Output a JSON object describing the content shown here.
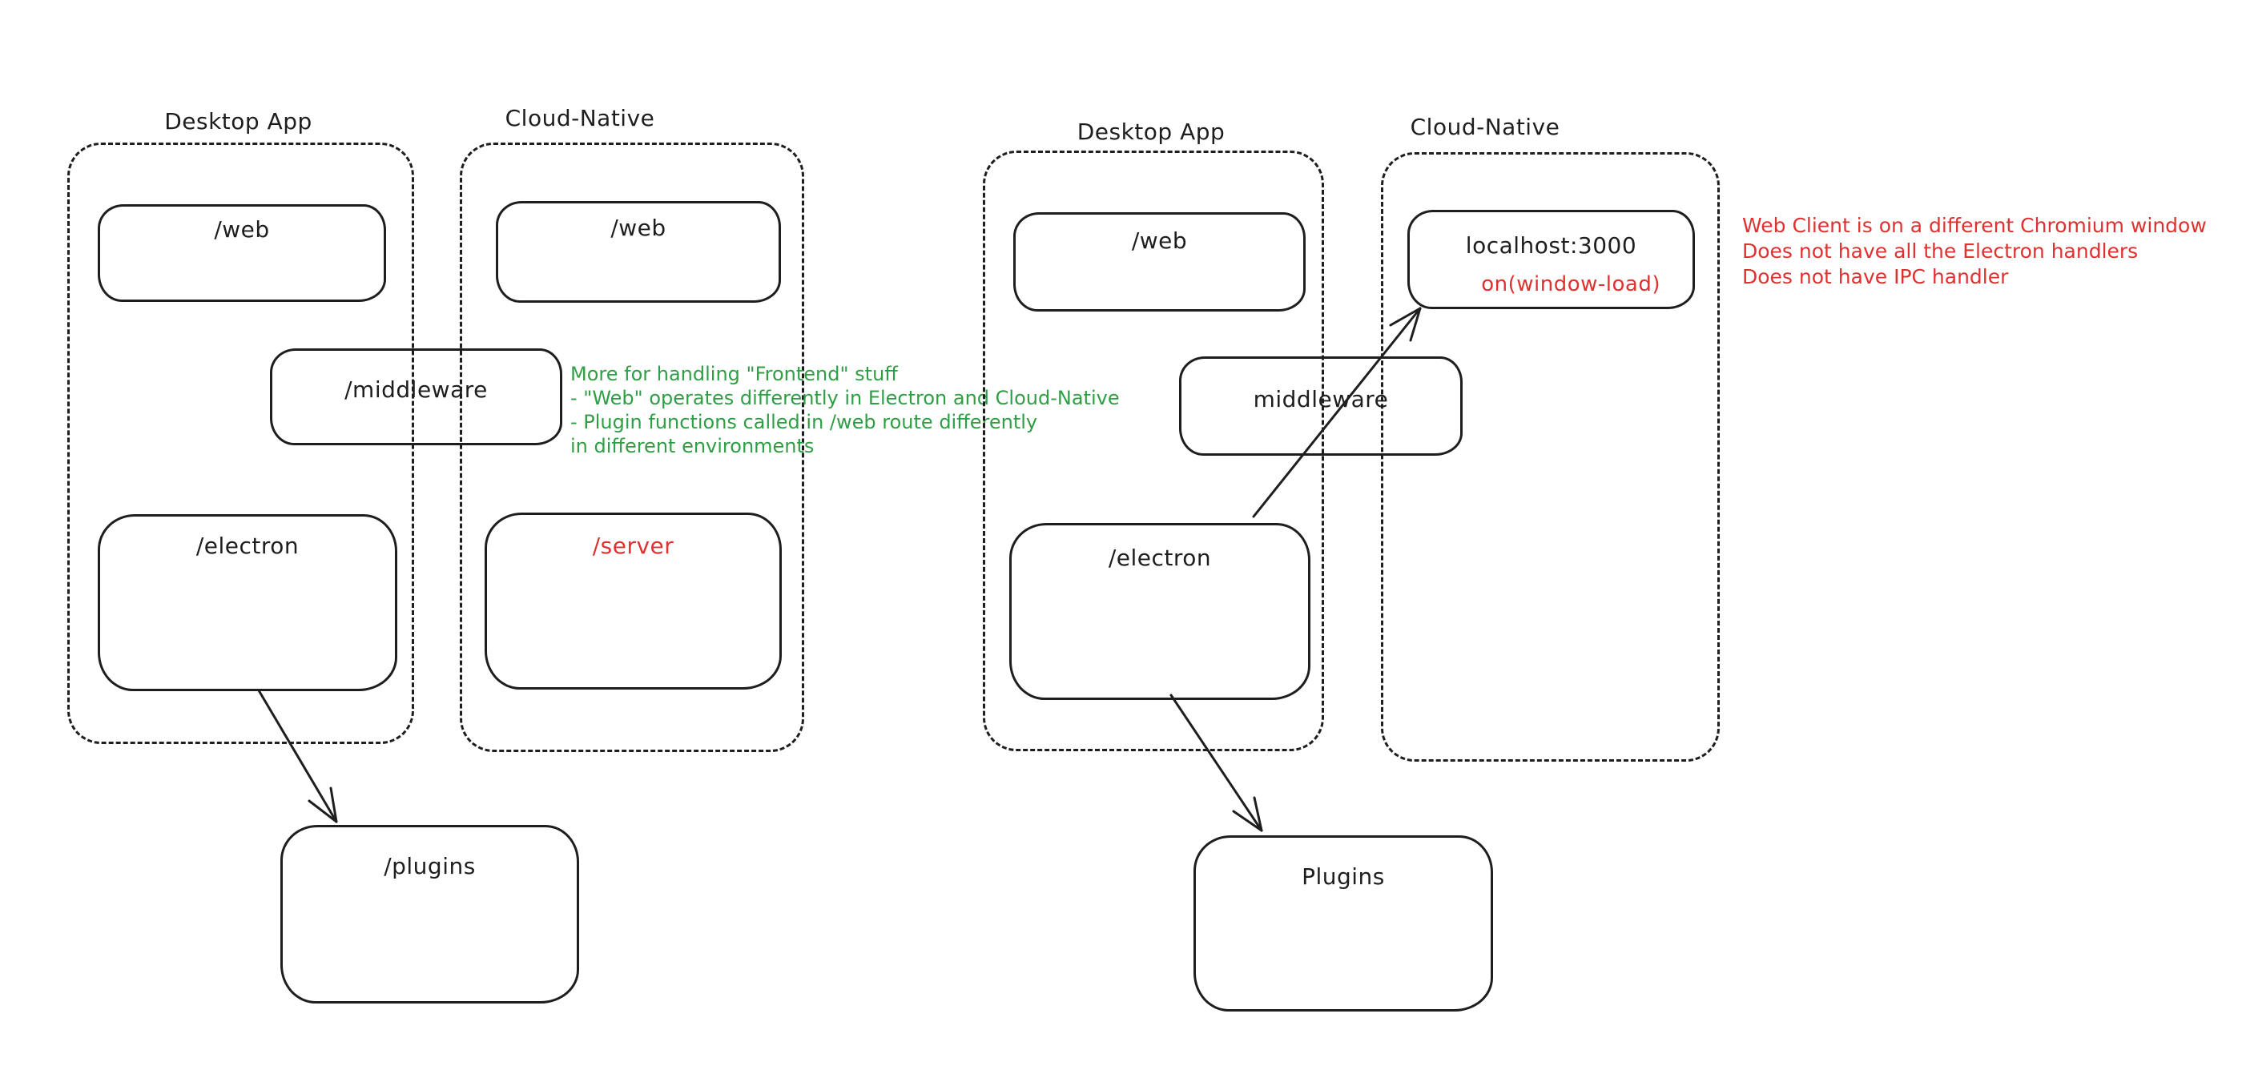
{
  "palette": {
    "ink": "#1e1e1e",
    "red": "#e03131",
    "green": "#2f9e44",
    "background": "#ffffff"
  },
  "left_diagram": {
    "desktop_container": {
      "title": "Desktop App",
      "boxes": {
        "web": "/web",
        "electron": "/electron"
      }
    },
    "cloud_container": {
      "title": "Cloud-Native",
      "boxes": {
        "web": "/web",
        "server": "/server"
      }
    },
    "middleware_box": "/middleware",
    "plugins_box": "/plugins",
    "note": {
      "lines": [
        "More for handling \"Frontend\" stuff",
        "- \"Web\" operates differently in Electron and Cloud-Native",
        "- Plugin functions called in /web route differently",
        "in different environments"
      ]
    }
  },
  "right_diagram": {
    "desktop_container": {
      "title": "Desktop App",
      "boxes": {
        "web": "/web",
        "electron": "/electron"
      }
    },
    "cloud_container": {
      "title": "Cloud-Native",
      "boxes": {
        "localhost": "localhost:3000",
        "localhost_event": "on(window-load)"
      }
    },
    "middleware_box": "middleware",
    "plugins_box": "Plugins",
    "note": {
      "lines": [
        "Web Client is on a different Chromium window",
        "Does not have all the Electron handlers",
        "Does not have IPC handler"
      ]
    }
  }
}
